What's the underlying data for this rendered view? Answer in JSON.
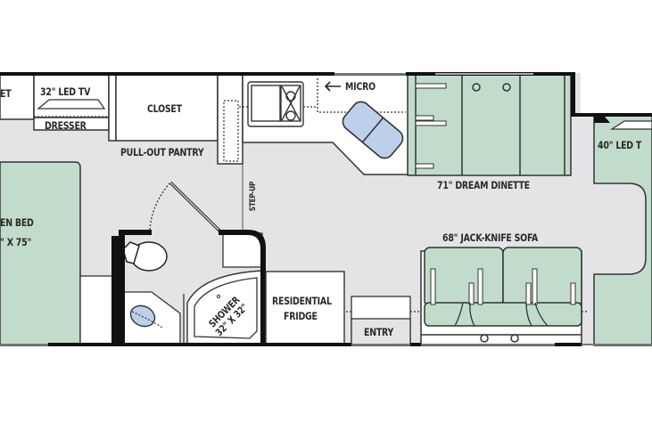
{
  "floorplan": {
    "colors": {
      "floor": "#e4e4e6",
      "furniture_green": "#c2dccb",
      "seat_blue": "#bcd0ec",
      "wall": "#111111",
      "cabinet": "#ffffff",
      "outline": "#333333"
    },
    "labels": {
      "closet_left_partial": "ET",
      "tv_bedroom": "32\" LED TV",
      "dresser": "DRESSER",
      "closet": "CLOSET",
      "pantry": "PULL-OUT PANTRY",
      "micro": "MICRO",
      "dinette": "71\" DREAM DINETTE",
      "tv_cab": "40\" LED T",
      "bed_line1": "EN BED",
      "bed_line2": "\" X 75\"",
      "step_up": "STEP-UP",
      "sofa": "68\" JACK-KNIFE SOFA",
      "shower_line1": "SHOWER",
      "shower_line2": "32\" X 32\"",
      "fridge_line1": "RESIDENTIAL",
      "fridge_line2": "FRIDGE",
      "entry": "ENTRY"
    },
    "icons": {
      "micro_arrow": "arrow-left-icon",
      "cooktop": "stove-burner-icon",
      "toilet": "toilet-icon",
      "sink": "sink-icon",
      "seatbelt": "seatbelt-icon"
    }
  }
}
